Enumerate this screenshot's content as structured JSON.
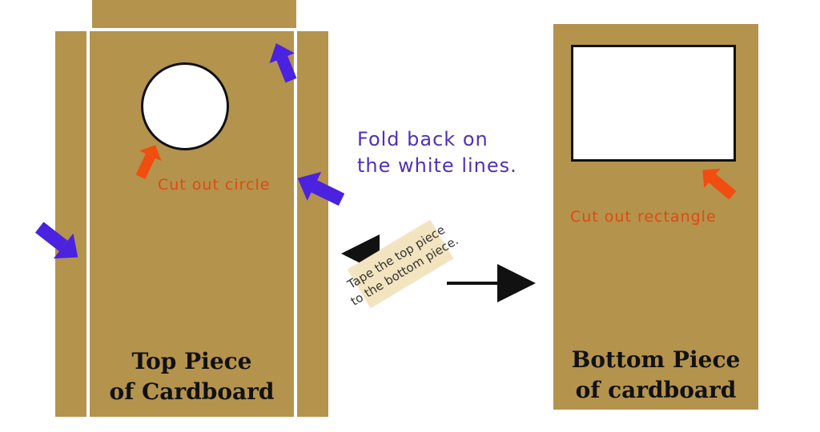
{
  "labels": {
    "fold_note_line1": "Fold back on",
    "fold_note_line2": "the white lines.",
    "cut_circle": "Cut out circle",
    "cut_rectangle": "Cut out rectangle",
    "tape_line1": "Tape the top piece",
    "tape_line2": "to the bottom piece.",
    "top_title_line1": "Top Piece",
    "top_title_line2": "of Cardboard",
    "bottom_title_line1": "Bottom Piece",
    "bottom_title_line2": "of cardboard"
  },
  "colors": {
    "cardboard": "#b4934d",
    "blue_arrow": "#4a22e0",
    "orange_arrow": "#f04d0f",
    "tape": "#f2e4bf"
  }
}
